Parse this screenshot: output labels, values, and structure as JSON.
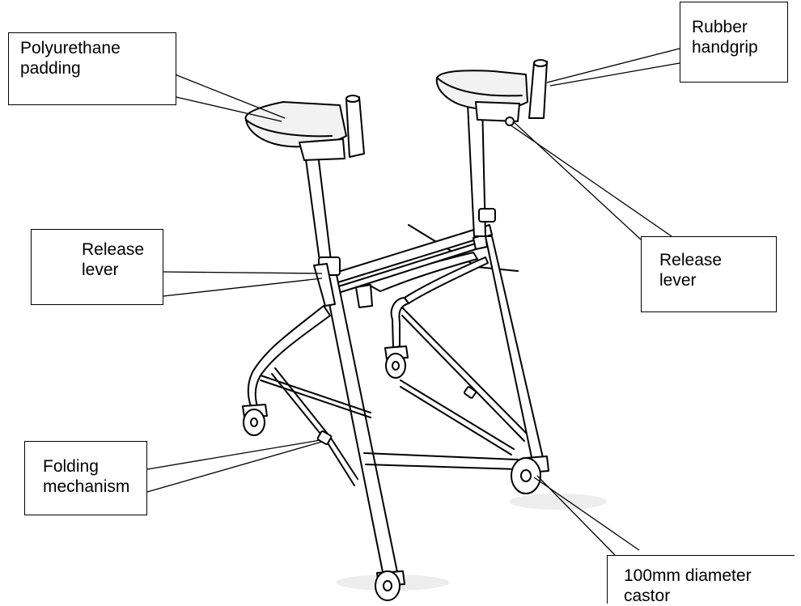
{
  "colors": {
    "ink": "#000000",
    "background": "#ffffff",
    "frame_fill": "#ffffff",
    "pad_fill": "#f2f2f2",
    "shadow": "#cfcfcf"
  },
  "labels": {
    "padding": {
      "line1": "Polyurethane",
      "line2": "padding"
    },
    "handgrip": {
      "line1": "Rubber",
      "line2": "handgrip"
    },
    "release_left": {
      "line1": "Release",
      "line2": "lever"
    },
    "release_right": {
      "line1": "Release",
      "line2": "lever"
    },
    "folding": {
      "line1": "Folding",
      "line2": "mechanism"
    },
    "castor": {
      "line1": "100mm diameter",
      "line2": "castor"
    }
  }
}
